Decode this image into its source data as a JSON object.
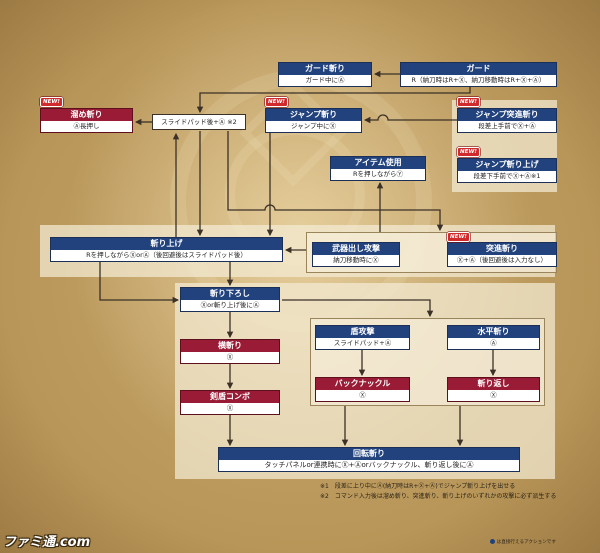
{
  "diagram": {
    "badge_label": "NEW!",
    "nodes": {
      "guard_slash": {
        "title": "ガード斬り",
        "input": "ガード中にⒶ"
      },
      "guard": {
        "title": "ガード",
        "input": "R（納刀時はR+Ⓧ、納刀移動時はR+Ⓧ+Ⓐ）"
      },
      "charged_slash": {
        "title": "溜め斬り",
        "input": "Ⓐ長押し"
      },
      "slide_pad_followup": {
        "input": "スライドパッド後+Ⓐ ※2"
      },
      "jump_slash": {
        "title": "ジャンプ斬り",
        "input": "ジャンプ中にⓍ"
      },
      "jump_dash_slash": {
        "title": "ジャンプ突進斬り",
        "input": "段差上手前でⓍ+Ⓐ"
      },
      "item_use": {
        "title": "アイテム使用",
        "input": "Rを押しながらⓎ"
      },
      "jump_rising_slash": {
        "title": "ジャンプ斬り上げ",
        "input": "段差下手前でⓍ+Ⓐ※1"
      },
      "rising_slash": {
        "title": "斬り上げ",
        "input": "Rを押しながらⓍorⒶ（後回避後はスライドパッド後）"
      },
      "draw_attack": {
        "title": "武器出し攻撃",
        "input": "納刀移動時にⓍ"
      },
      "dash_slash": {
        "title": "突進斬り",
        "input": "Ⓧ+Ⓐ（後回避後は入力なし）"
      },
      "downward_slash": {
        "title": "斬り下ろし",
        "input": "Ⓧor斬り上げ後にⒶ"
      },
      "shield_attack": {
        "title": "盾攻撃",
        "input": "スライドパッド+Ⓐ"
      },
      "horizontal_slash": {
        "title": "水平斬り",
        "input": "Ⓐ"
      },
      "side_slash": {
        "title": "横斬り",
        "input": "Ⓧ"
      },
      "back_knuckle": {
        "title": "バックナックル",
        "input": "Ⓧ"
      },
      "return_slash": {
        "title": "斬り返し",
        "input": "Ⓧ"
      },
      "sword_shield_combo": {
        "title": "剣盾コンボ",
        "input": "Ⓧ"
      },
      "spin_slash": {
        "title": "回転斬り",
        "input": "タッチパネルor連携時にⓍ+Ⓐorバックナックル、斬り返し後にⒶ"
      }
    },
    "footnotes": [
      "※1　段差に上り中にⒶ(納刀時はR+Ⓧ+Ⓐ)でジャンプ斬り上げを出せる",
      "※2　コマンド入力後は溜め斬り、突進斬り、斬り上げのいずれかの攻撃に必ず派生する"
    ],
    "legend": "は直接行えるアクションです"
  },
  "watermark": "ファミ通.com",
  "colors": {
    "action_header": "#21427d",
    "chain_header": "#9a1b35",
    "new_badge": "#d12a2c",
    "background": "#c8a96e",
    "connector": "#3b3126"
  }
}
